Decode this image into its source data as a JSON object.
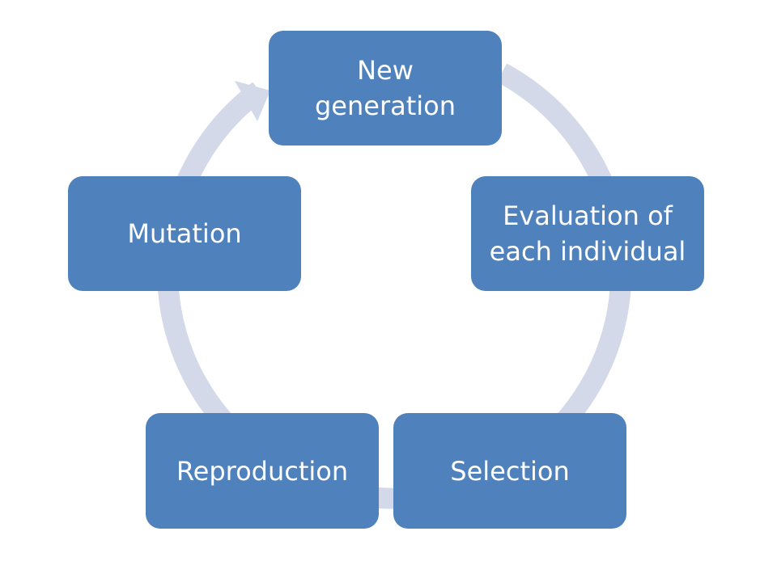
{
  "diagram": {
    "type": "cycle",
    "nodes": [
      {
        "id": "new",
        "label": "New\ngeneration"
      },
      {
        "id": "eval",
        "label": "Evaluation of\neach individual"
      },
      {
        "id": "sel",
        "label": "Selection"
      },
      {
        "id": "rep",
        "label": "Reproduction"
      },
      {
        "id": "mut",
        "label": "Mutation"
      }
    ]
  },
  "colors": {
    "node_fill": "#4f81bd",
    "node_text": "#ffffff",
    "cycle_arrow": "#d3d9e8"
  }
}
